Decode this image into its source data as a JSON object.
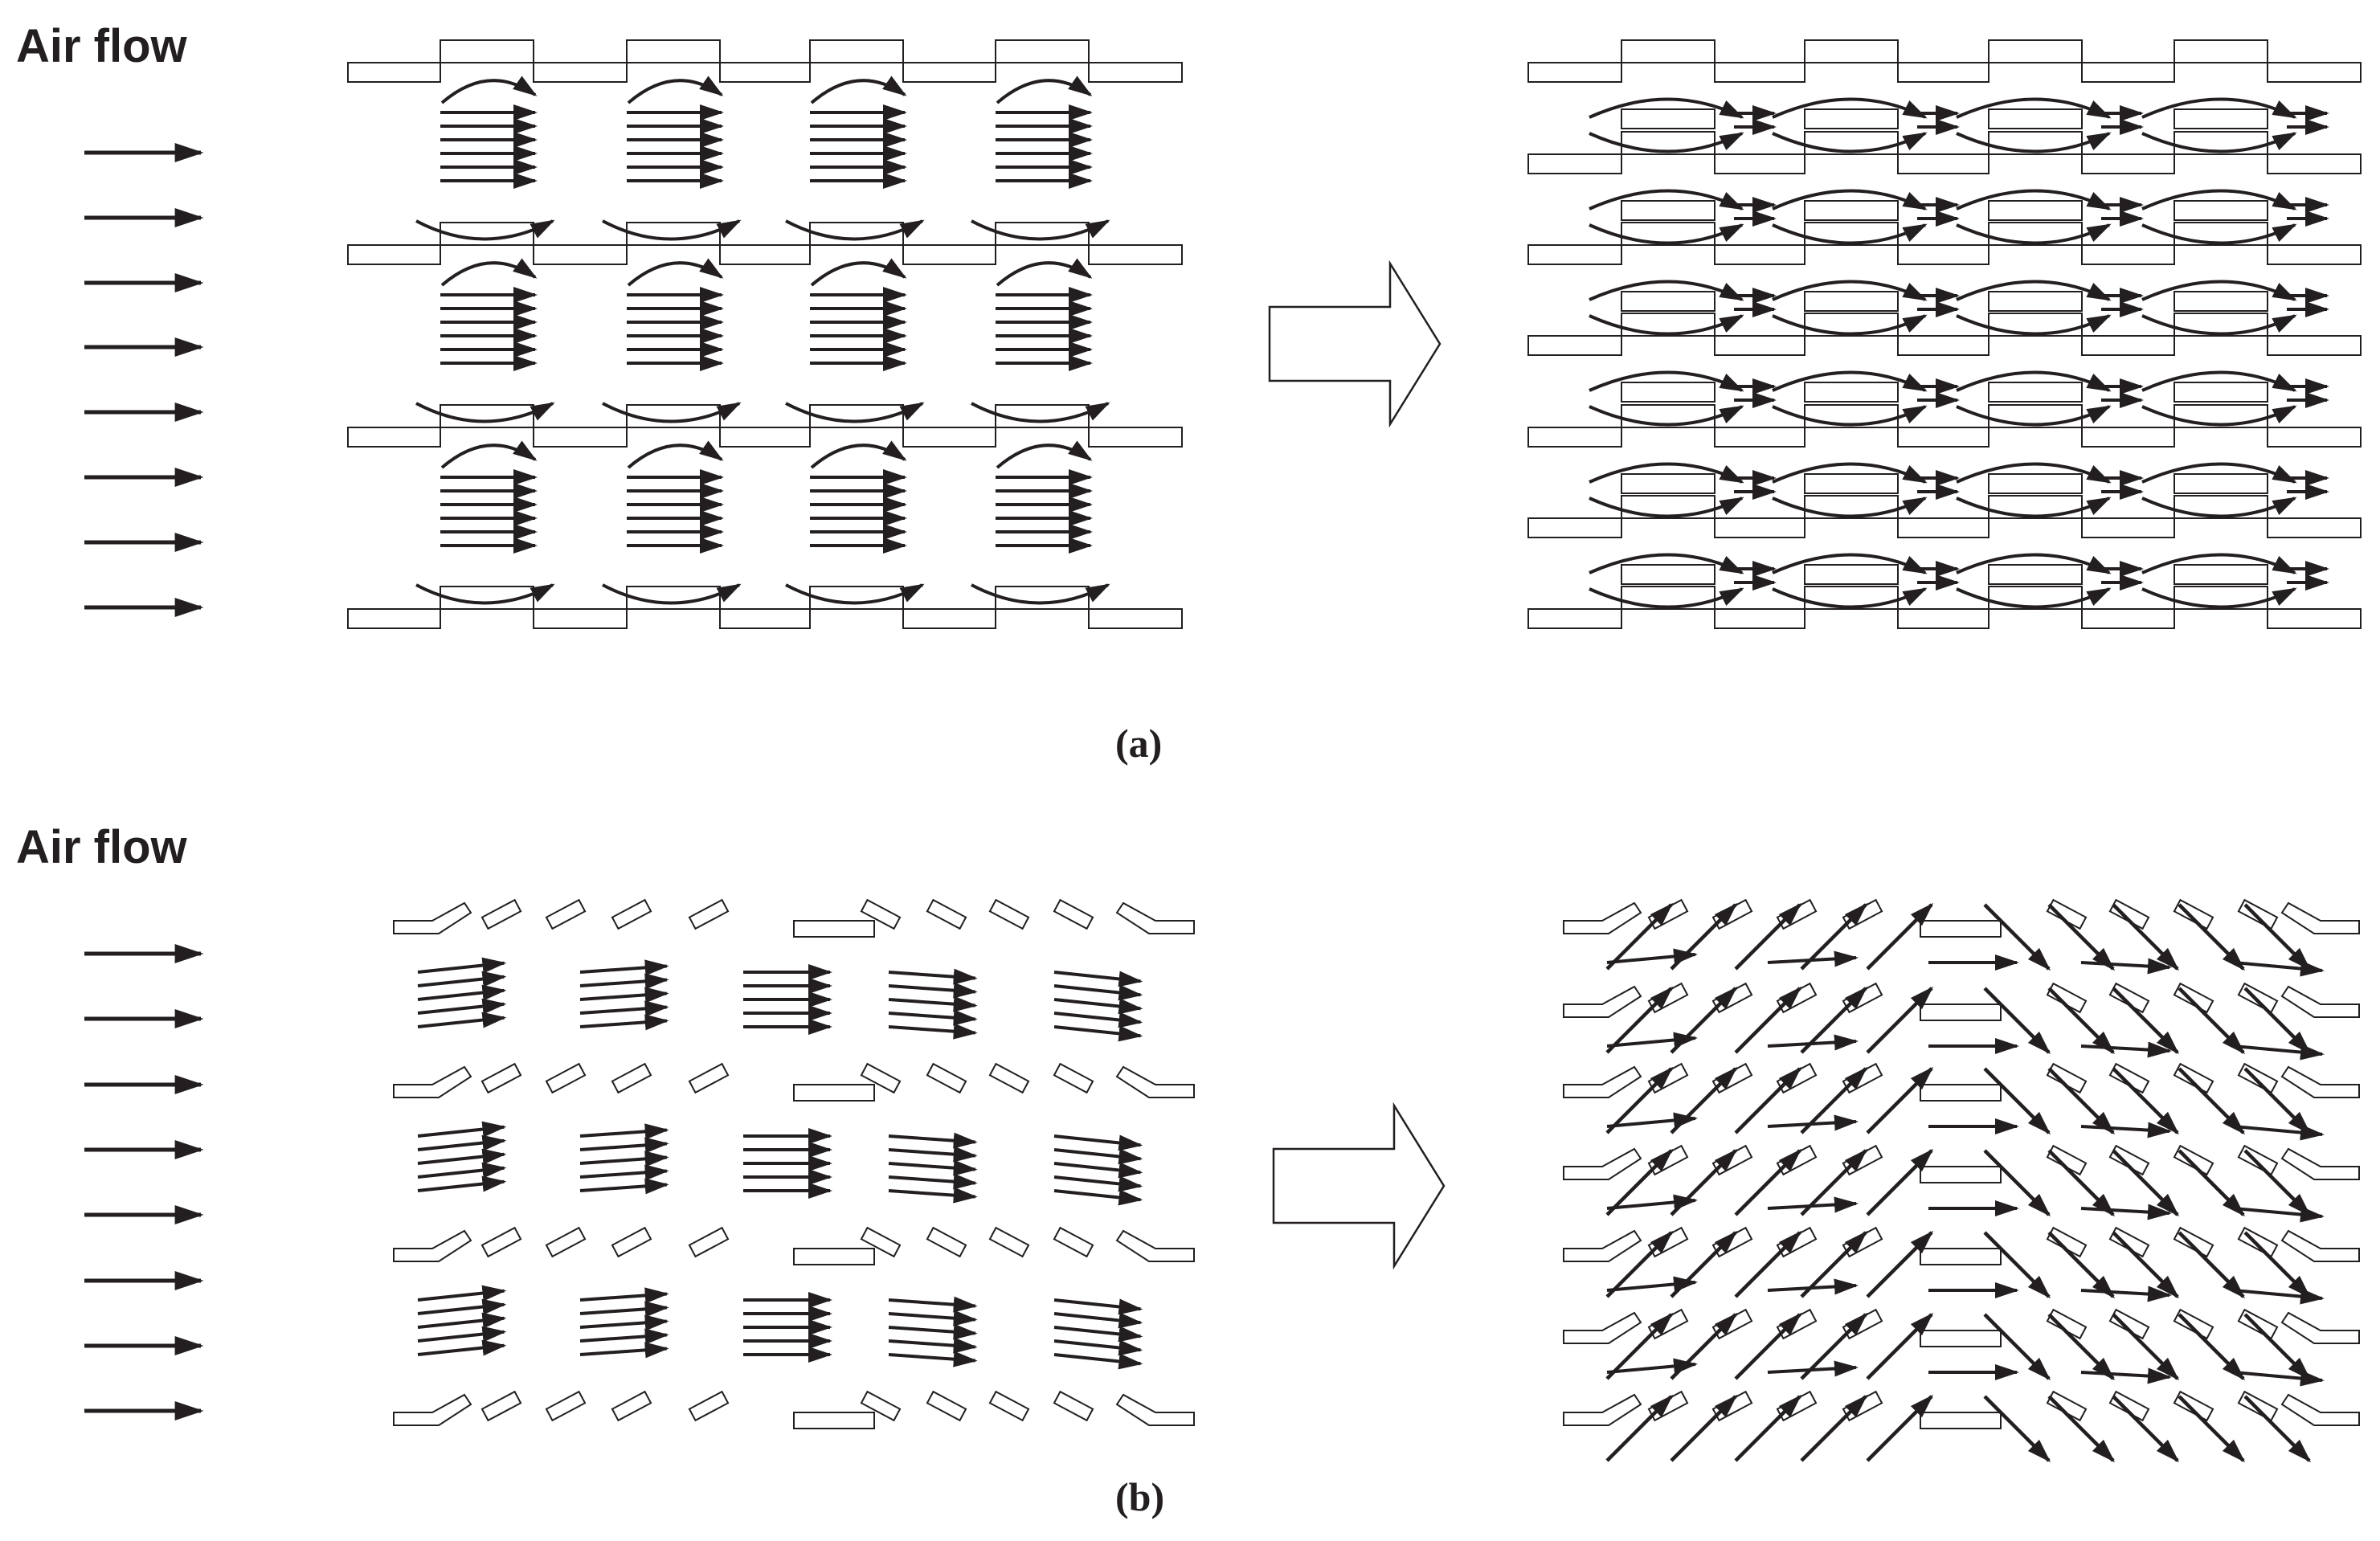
{
  "panels": [
    {
      "id": "a",
      "air_flow_label": "Air flow",
      "caption": "(a)"
    },
    {
      "id": "b",
      "air_flow_label": "Air flow",
      "caption": "(b)"
    }
  ],
  "colors": {
    "stroke": "#231f20",
    "background": "#ffffff"
  }
}
